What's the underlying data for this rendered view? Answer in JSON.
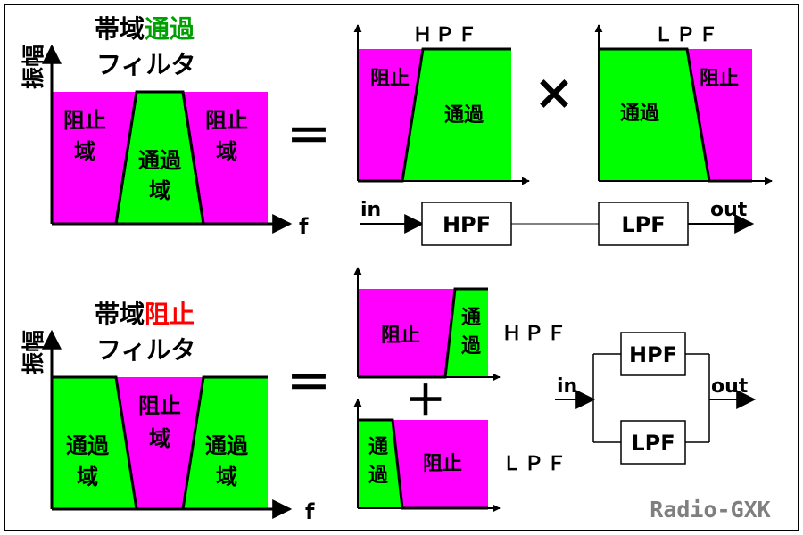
{
  "colors": {
    "magenta": "#ff00ff",
    "green": "#00ff00",
    "red": "#ff0000",
    "title_green": "#00a000",
    "watermark": "#7f7f7f"
  },
  "top": {
    "title_prefix": "帯域",
    "title_highlight": "通過",
    "title_line2": "フィルタ",
    "y_axis_label": "振幅",
    "x_axis_label": "f",
    "stop_left": [
      "阻止",
      "域"
    ],
    "pass_center": [
      "通過",
      "域"
    ],
    "stop_right": [
      "阻止",
      "域"
    ],
    "equals": "＝",
    "times": "×",
    "hpf": {
      "label": "ＨＰＦ",
      "stop": "阻止",
      "pass": "通過"
    },
    "lpf": {
      "label": "ＬＰＦ",
      "pass": "通過",
      "stop": "阻止"
    },
    "block": {
      "in": "in",
      "out": "out",
      "hpf_box": "HPF",
      "lpf_box": "LPF"
    }
  },
  "bottom": {
    "title_prefix": "帯域",
    "title_highlight": "阻止",
    "title_line2": "フィルタ",
    "y_axis_label": "振幅",
    "x_axis_label": "f",
    "pass_left": [
      "通過",
      "域"
    ],
    "stop_center": [
      "阻止",
      "域"
    ],
    "pass_right": [
      "通過",
      "域"
    ],
    "equals": "＝",
    "plus": "＋",
    "hpf": {
      "label": "ＨＰＦ",
      "stop": "阻止",
      "pass": [
        "通",
        "過"
      ]
    },
    "lpf": {
      "label": "ＬＰＦ",
      "pass": [
        "通",
        "過"
      ],
      "stop": "阻止"
    },
    "block": {
      "in": "in",
      "out": "out",
      "hpf_box": "HPF",
      "lpf_box": "LPF"
    }
  },
  "watermark": "Radio-GXK"
}
